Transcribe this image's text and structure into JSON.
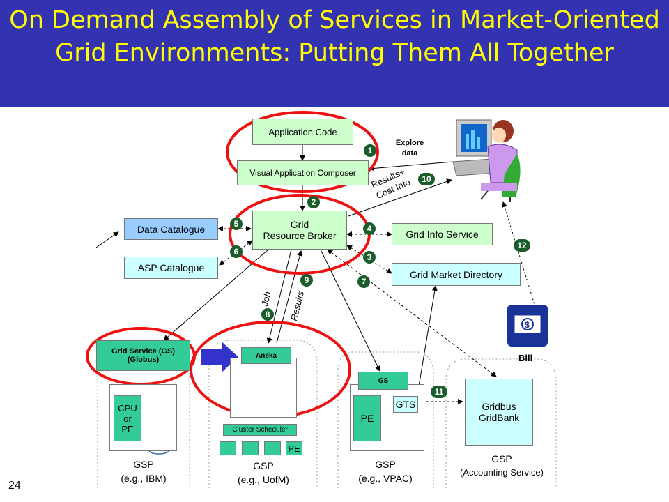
{
  "slide": {
    "title": "On Demand Assembly of Services in Market-Oriented Grid Environments: Putting Them All Together",
    "page_number": "24"
  },
  "boxes": {
    "application_code": "Application Code",
    "visual_composer": "Visual Application Composer",
    "broker_line1": "Grid",
    "broker_line2": "Resource Broker",
    "data_catalogue": "Data Catalogue",
    "asp_catalogue": "ASP Catalogue",
    "grid_info_service": "Grid Info Service",
    "grid_market_directory": "Grid Market Directory",
    "grid_service_line1": "Grid Service (GS)",
    "grid_service_line2": "(Globus)",
    "aneka": "Aneka",
    "cluster_scheduler": "Cluster Scheduler",
    "pe_small": "PE",
    "gs_vpac": "GS",
    "pe_vpac": "PE",
    "gts": "GTS",
    "cpu_line1": "CPU",
    "cpu_line2": "or",
    "cpu_line3": "PE",
    "gridbus_line1": "Gridbus",
    "gridbus_line2": "GridBank"
  },
  "labels": {
    "explore_line1": "Explore",
    "explore_line2": "data",
    "results_cost_line1": "Results+",
    "results_cost_line2": "Cost Info",
    "job": "Job",
    "results": "Results",
    "bill": "Bill",
    "gsp_ibm_line1": "GSP",
    "gsp_ibm_line2": "(e.g., IBM)",
    "gsp_uofm_line1": "GSP",
    "gsp_uofm_line2": "(e.g., UofM)",
    "gsp_vpac_line1": "GSP",
    "gsp_vpac_line2": "(e.g., VPAC)",
    "gsp_acc_line1": "GSP",
    "gsp_acc_line2": "(Accounting Service)"
  },
  "steps": [
    "1",
    "2",
    "3",
    "4",
    "5",
    "6",
    "7",
    "8",
    "9",
    "10",
    "11",
    "12"
  ],
  "icons": {
    "user": "user-at-computer-icon",
    "bill": "bill-hand-dollar-icon",
    "database": "database-cylinder-icon",
    "arrow": "block-arrow-right-icon"
  },
  "colors": {
    "title_bg": "#3333b2",
    "title_text": "#ffff00",
    "highlight_ellipse": "#ee1111",
    "step_badge": "#1a5c2a",
    "block_arrow": "#3333cc"
  }
}
